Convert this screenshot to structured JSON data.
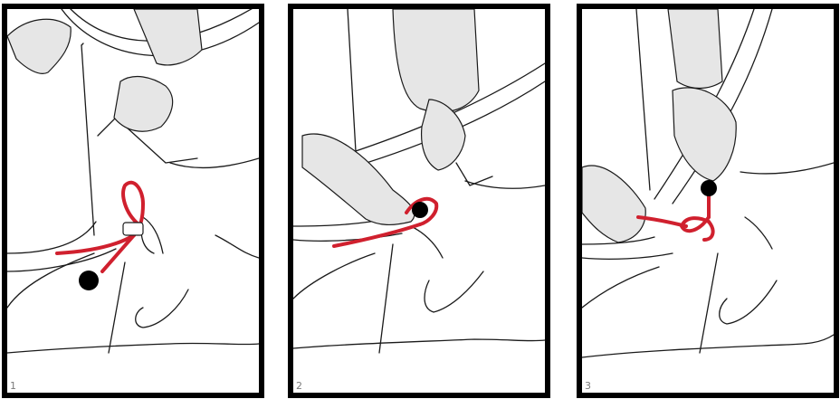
{
  "panels": [
    {
      "step": "1"
    },
    {
      "step": "2"
    },
    {
      "step": "3"
    }
  ],
  "colors": {
    "cord": "#d0202e",
    "sleeve": "#e6e6e6",
    "line": "#1a1a1a",
    "frame": "#000000",
    "number": "#7a7a7a"
  }
}
